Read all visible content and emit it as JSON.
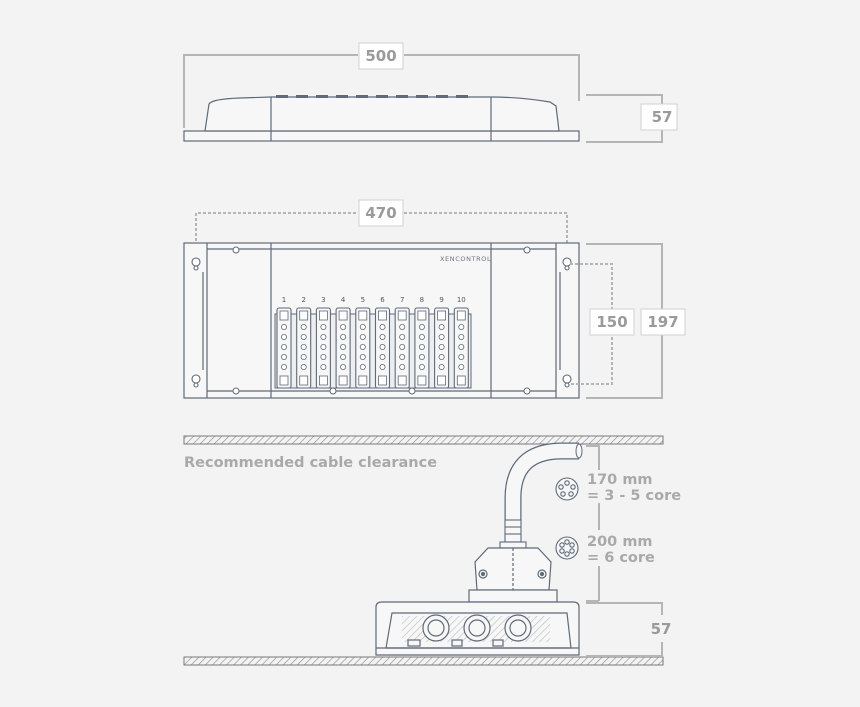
{
  "top_view": {
    "width_label": "500",
    "height_label": "57"
  },
  "front_view": {
    "mount_width_label": "470",
    "mount_height_label": "150",
    "total_height_label": "197",
    "brand_label": "XENCONTROL",
    "channel_labels": [
      "1",
      "2",
      "3",
      "4",
      "5",
      "6",
      "7",
      "8",
      "9",
      "10"
    ]
  },
  "clearance": {
    "title": "Recommended cable clearance",
    "spec1_line1": "170 mm",
    "spec1_line2": "= 3 - 5 core",
    "spec2_line1": "200 mm",
    "spec2_line2": "= 6 core",
    "height_label": "57"
  },
  "colors": {
    "line": "#5f6a78",
    "dim": "#b5b5b5",
    "text": "#9a9a9a",
    "fill": "#f7f7f7"
  }
}
